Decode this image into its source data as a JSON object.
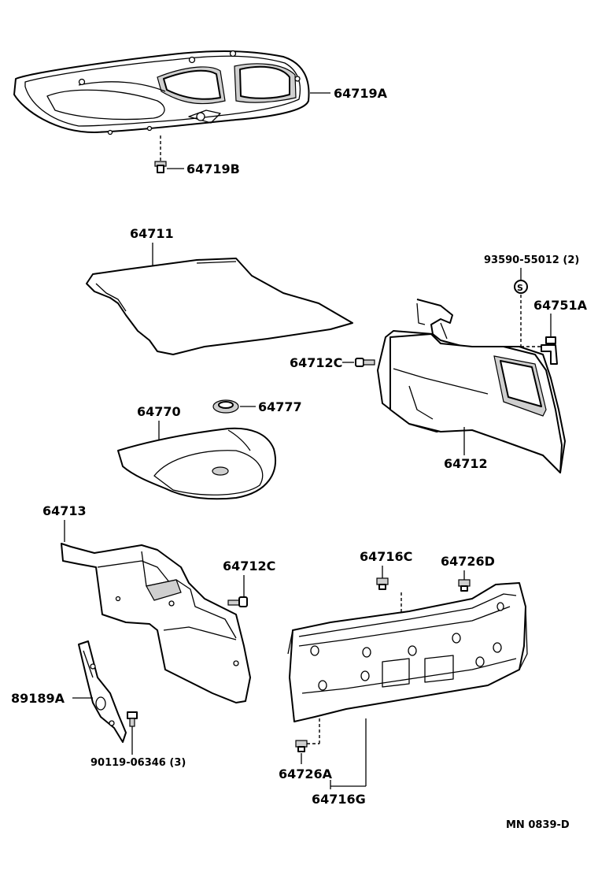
{
  "labels": {
    "p64719A": "64719A",
    "p64719B": "64719B",
    "p64711": "64711",
    "p93590": "93590-55012 (2)",
    "p64751A": "64751A",
    "p64712C_top": "64712C",
    "p64712": "64712",
    "p64770": "64770",
    "p64777": "64777",
    "p64713": "64713",
    "p64712C_mid": "64712C",
    "p64716C": "64716C",
    "p64726D": "64726D",
    "p89189A": "89189A",
    "p90119": "90119-06346 (3)",
    "p64726A": "64726A",
    "p64716G": "64716G",
    "code": "MN 0839-D"
  }
}
